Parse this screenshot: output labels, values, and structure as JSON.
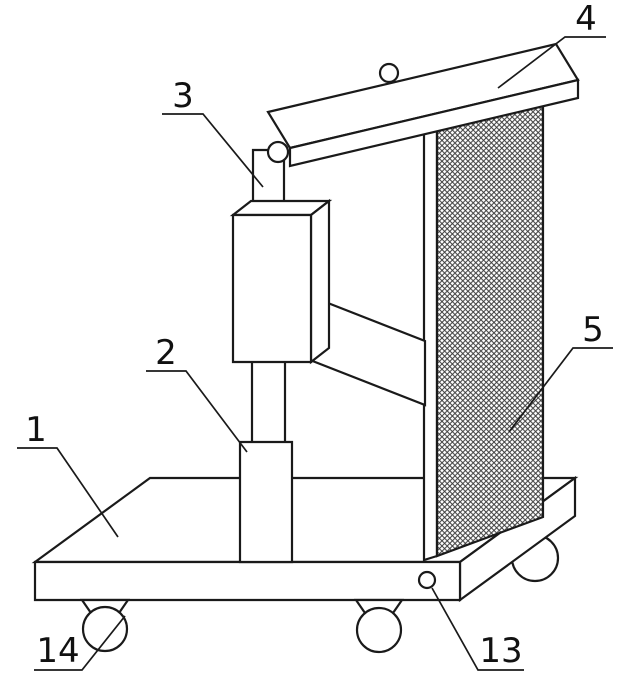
{
  "figure": {
    "kind": "patent-line-drawing",
    "background_color": "#ffffff",
    "line_color": "#1a1a1a",
    "hatch_color": "#3c3c3c",
    "labels": [
      {
        "text": "1",
        "part": "base-platform"
      },
      {
        "text": "2",
        "part": "support-column"
      },
      {
        "text": "3",
        "part": "lift-rod"
      },
      {
        "text": "4",
        "part": "top-plate"
      },
      {
        "text": "5",
        "part": "mesh-panel"
      },
      {
        "text": "13",
        "part": "fastener"
      },
      {
        "text": "14",
        "part": "caster-wheel"
      }
    ]
  }
}
